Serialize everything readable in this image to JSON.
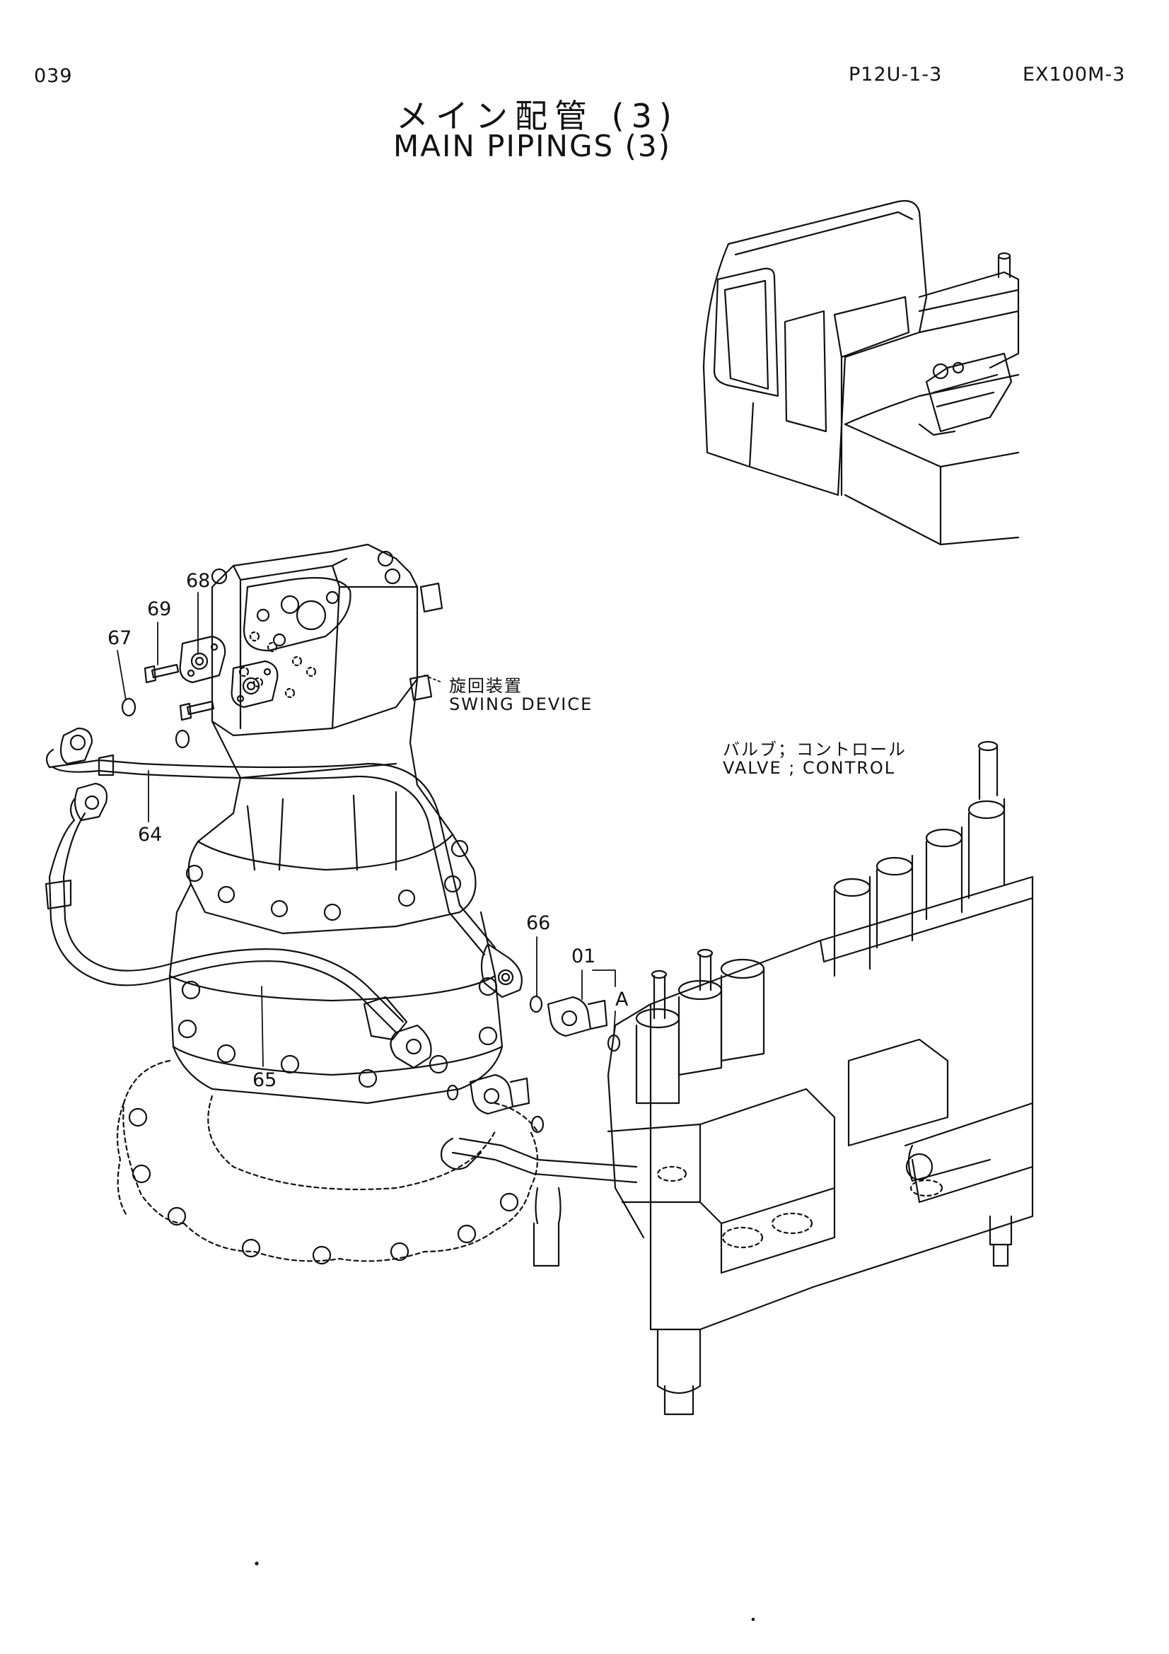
{
  "header": {
    "page_number": "039",
    "figure_code": "P12U-1-3",
    "model": "EX100M-3"
  },
  "title": {
    "japanese": "メイン配管 (3)",
    "english": "MAIN PIPINGS (3)"
  },
  "labels": {
    "swing_device_jp": "旋回装置",
    "swing_device_en": "SWING DEVICE",
    "valve_control_jp": "バルブ；コントロール",
    "valve_control_en": "VALVE ; CONTROL"
  },
  "callouts": {
    "c68": "68",
    "c69": "69",
    "c67": "67",
    "c64": "64",
    "c65": "65",
    "c66": "66",
    "c01": "01",
    "cA": "A"
  }
}
